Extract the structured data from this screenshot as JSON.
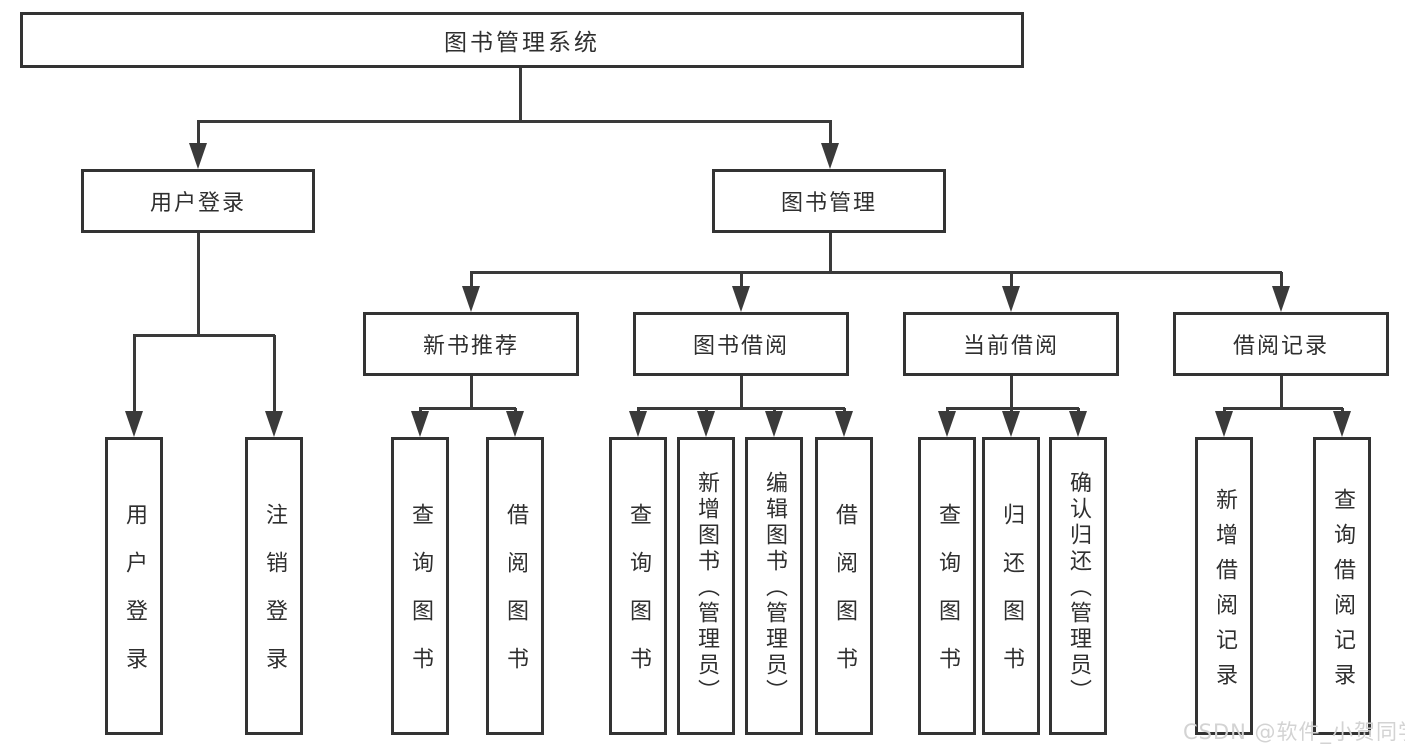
{
  "page": {
    "background": "#ffffff"
  },
  "diagram": {
    "type": "hierarchy-tree",
    "root": {
      "label": "图书管理系统"
    },
    "branches": [
      {
        "label": "用户登录",
        "children": [
          {
            "label": "用户登录"
          },
          {
            "label": "注销登录"
          }
        ]
      },
      {
        "label": "图书管理",
        "children": [
          {
            "label": "新书推荐",
            "children": [
              {
                "label": "查询图书"
              },
              {
                "label": "借阅图书"
              }
            ]
          },
          {
            "label": "图书借阅",
            "children": [
              {
                "label": "查询图书"
              },
              {
                "label": "新增图书（管理员）"
              },
              {
                "label": "编辑图书（管理员）"
              },
              {
                "label": "借阅图书"
              }
            ]
          },
          {
            "label": "当前借阅",
            "children": [
              {
                "label": "查询图书"
              },
              {
                "label": "归还图书"
              },
              {
                "label": "确认归还（管理员）"
              }
            ]
          },
          {
            "label": "借阅记录",
            "children": [
              {
                "label": "新增借阅记录"
              },
              {
                "label": "查询借阅记录"
              }
            ]
          }
        ]
      }
    ],
    "line_color": "#3a3a3a",
    "box_border_color": "#333333",
    "text_color": "#2f2f2f"
  },
  "watermark": {
    "text": "CSDN @软件_小贺同学",
    "color": "#d3d3d3"
  }
}
